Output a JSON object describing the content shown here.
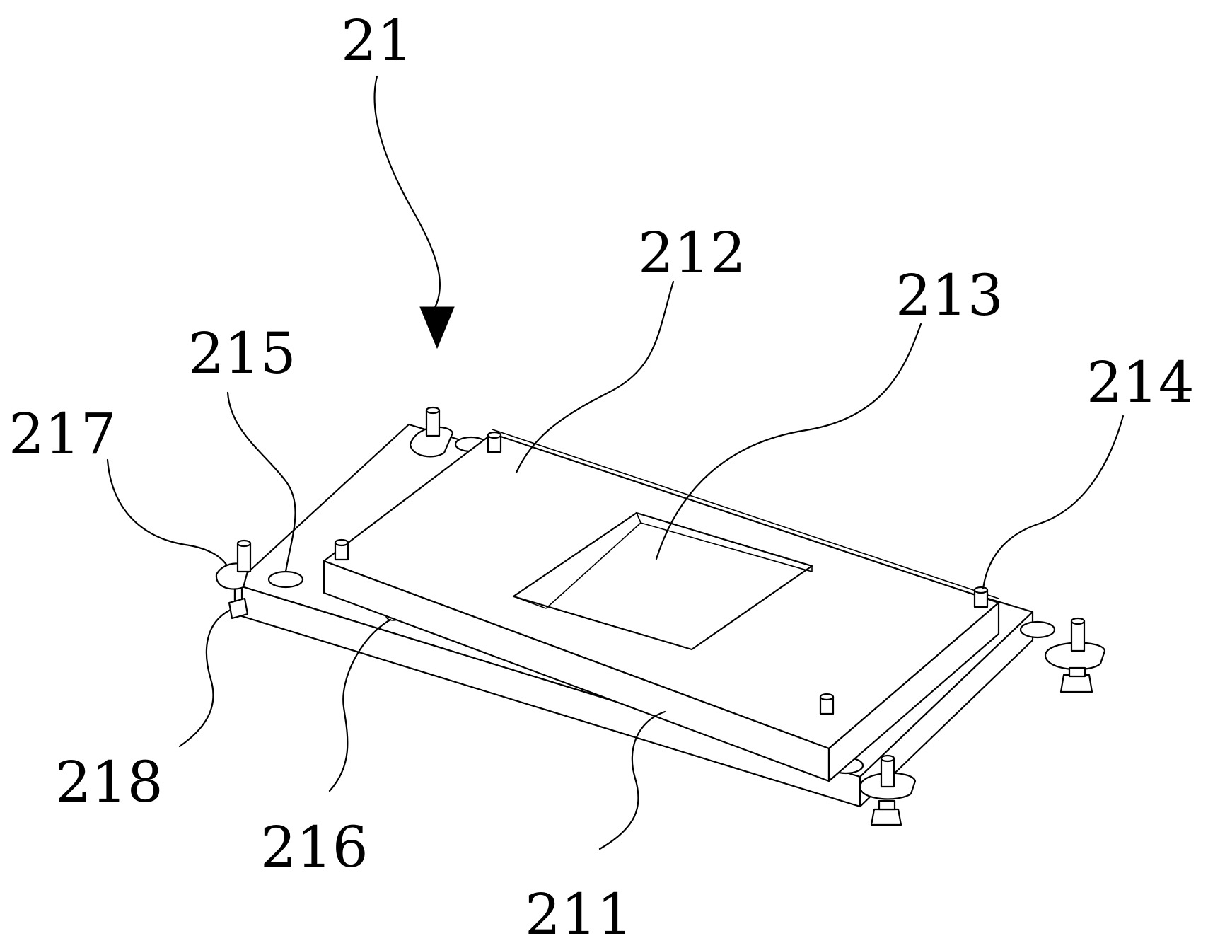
{
  "labels": {
    "assembly": "21",
    "base_plate": "211",
    "top_plate": "212",
    "window": "213",
    "pin": "214",
    "hole": "215",
    "side_hole": "216",
    "ear": "217",
    "nut": "218"
  }
}
